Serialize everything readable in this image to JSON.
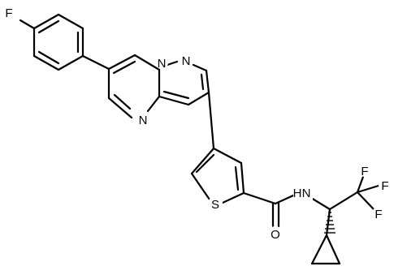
{
  "molecule": {
    "atom_labels": {
      "fluoro_aryl": "F",
      "pyrazole_n1": "N",
      "pyrazole_n2": "N",
      "pyrimidine_n": "N",
      "thiophene_s": "S",
      "amide_nh": "N",
      "amide_h": "H",
      "amide_o": "O",
      "cf3_f_top": "F",
      "cf3_f_right": "F",
      "cf3_f_bottom": "F"
    }
  }
}
